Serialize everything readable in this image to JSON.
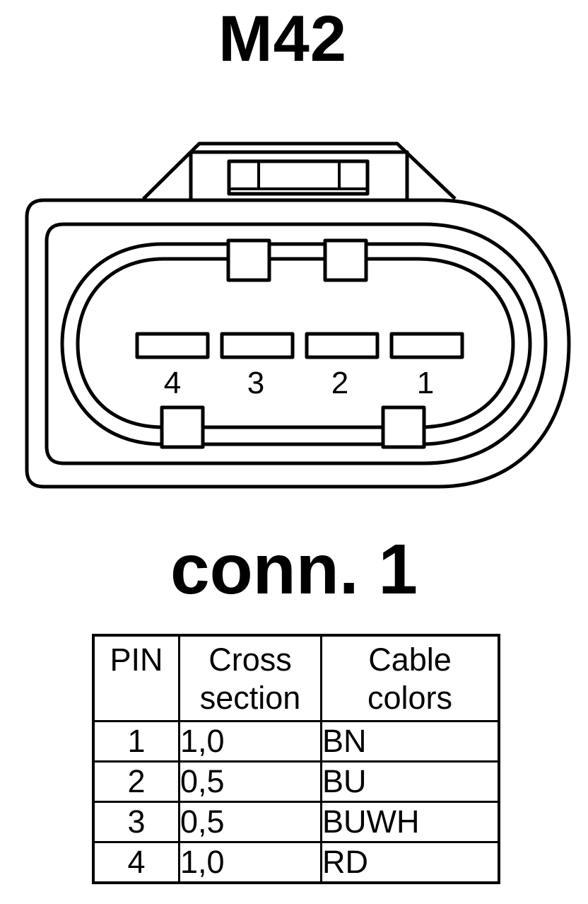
{
  "title": "M42",
  "connector": {
    "pin_labels": [
      "4",
      "3",
      "2",
      "1"
    ]
  },
  "connector_label": "conn. 1",
  "table": {
    "headers": {
      "pin": "PIN",
      "cross_line1": "Cross",
      "cross_line2": "section",
      "color_line1": "Cable",
      "color_line2": "colors"
    },
    "rows": [
      {
        "pin": "1",
        "cross_section": "1,0",
        "color": "BN"
      },
      {
        "pin": "2",
        "cross_section": "0,5",
        "color": "BU"
      },
      {
        "pin": "3",
        "cross_section": "0,5",
        "color": "BUWH"
      },
      {
        "pin": "4",
        "cross_section": "1,0",
        "color": "RD"
      }
    ]
  }
}
